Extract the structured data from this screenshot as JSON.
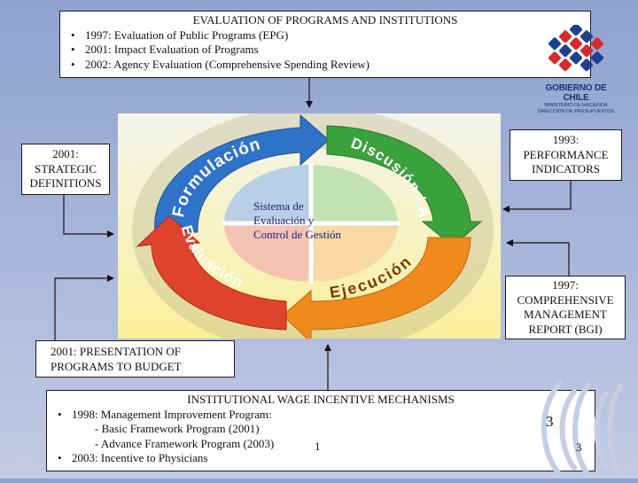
{
  "top_box": {
    "title": "EVALUATION OF PROGRAMS AND INSTITUTIONS",
    "items": [
      "1997: Evaluation of Public Programs (EPG)",
      "2001: Impact Evaluation of Programs",
      "2002: Agency Evaluation (Comprehensive Spending Review)"
    ]
  },
  "left_box": {
    "lines": [
      "2001:",
      "STRATEGIC",
      "DEFINITIONS"
    ]
  },
  "right_top_box": {
    "lines": [
      "1993:",
      "PERFORMANCE",
      "INDICATORS"
    ]
  },
  "right_bottom_box": {
    "lines": [
      "1997:",
      "COMPREHENSIVE",
      "MANAGEMENT",
      "REPORT (BGI)"
    ]
  },
  "bottom_left_box": {
    "lines": [
      "2001: PRESENTATION OF",
      "PROGRAMS TO BUDGET"
    ]
  },
  "bottom_box": {
    "title": "INSTITUTIONAL WAGE INCENTIVE MECHANISMS",
    "item1": "1998: Management Improvement Program:",
    "sub1": "- Basic Framework Program (2001)",
    "sub2": "- Advance Framework Program (2003)",
    "inline_number": "1",
    "item2": "2003: Incentive to Physicians"
  },
  "cycle": {
    "center_lines": [
      "Sistema de",
      "Evaluación y",
      "Control de Gestión"
    ],
    "stages": {
      "formulacion": "Formulación",
      "discusion": "Discusión / Aprobación",
      "ejecucion": "Ejecución",
      "evaluacion": "Evaluación"
    }
  },
  "logo": {
    "line1": "GOBIERNO DE CHILE",
    "line2": "MINISTERIO DE HACIENDA",
    "line3": "DIRECCIÓN DE PRESUPUESTOS"
  },
  "page_number_large": "3",
  "page_number_small": "3",
  "colors": {
    "formulacion": "#2e73c8",
    "discusion": "#3aa23c",
    "ejecucion": "#f08a1c",
    "evaluacion": "#e0432b",
    "logo_blue": "#1f3f8f",
    "logo_red": "#d52b2b"
  }
}
